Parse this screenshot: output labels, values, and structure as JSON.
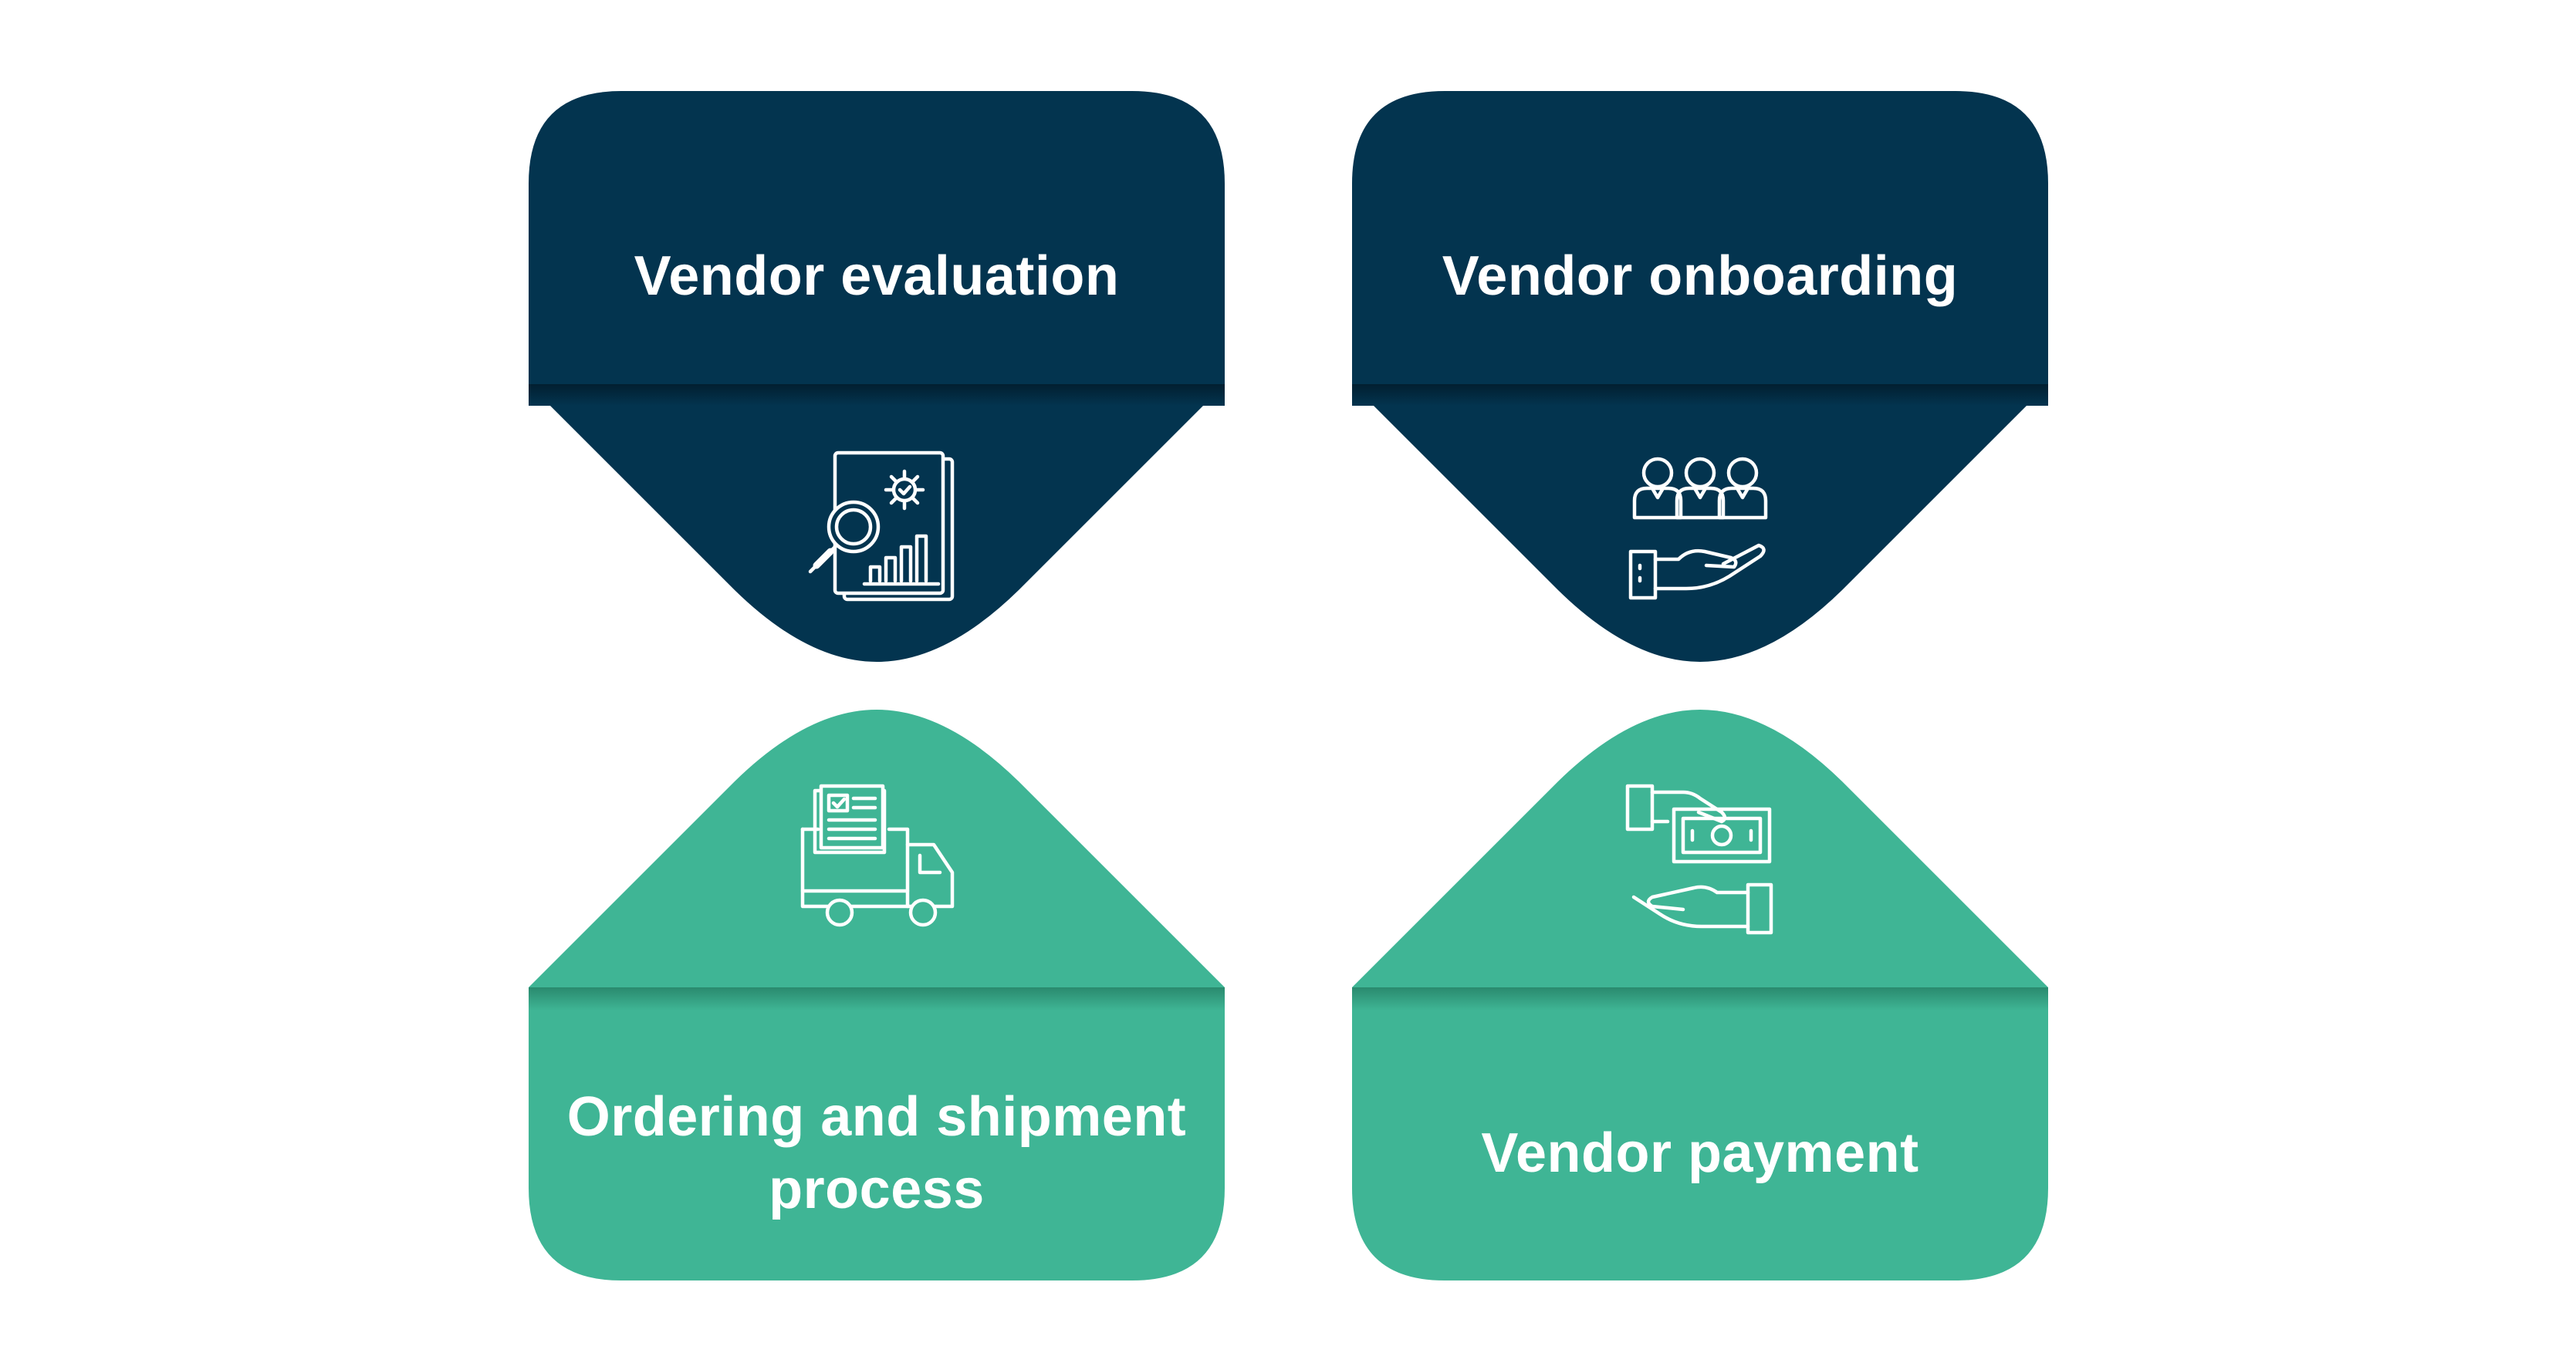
{
  "colors": {
    "dark": "#03344f",
    "green": "#3fb595",
    "text": "#ffffff"
  },
  "cards": [
    {
      "title": "Vendor evaluation",
      "icon": "document-analysis-icon"
    },
    {
      "title": "Vendor onboarding",
      "icon": "team-handshake-icon"
    },
    {
      "title": "Ordering and shipment process",
      "icon": "delivery-truck-icon"
    },
    {
      "title": "Vendor payment",
      "icon": "cash-payment-icon"
    }
  ]
}
